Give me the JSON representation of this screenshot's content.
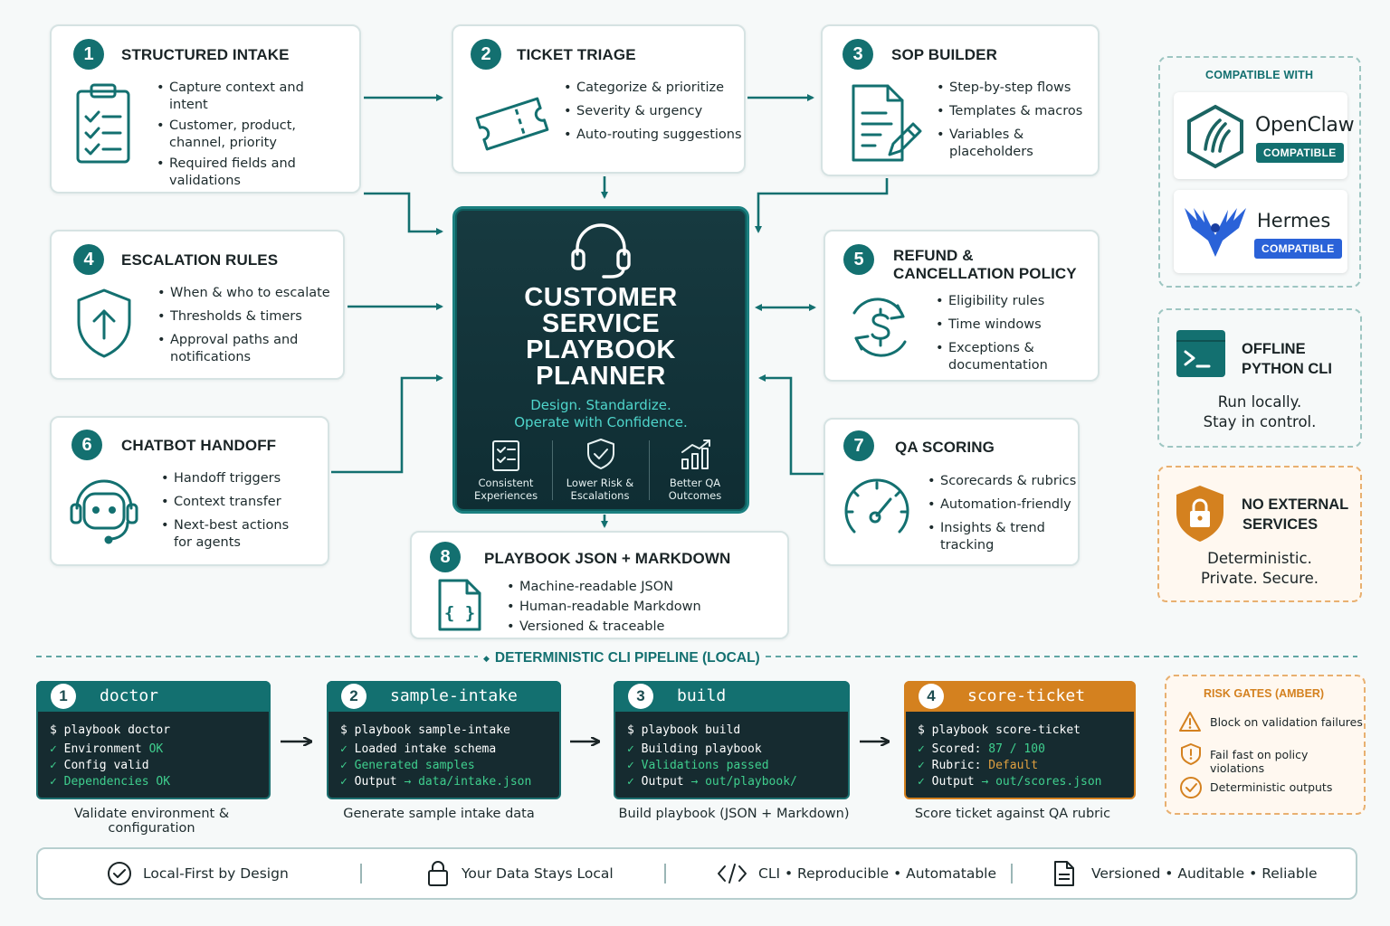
{
  "cards": {
    "c1": {
      "num": "1",
      "title": "STRUCTURED INTAKE",
      "bullets": [
        "Capture context and intent",
        "Customer, product, channel, priority",
        "Required fields and validations"
      ]
    },
    "c2": {
      "num": "2",
      "title": "TICKET TRIAGE",
      "bullets": [
        "Categorize & prioritize",
        "Severity & urgency",
        "Auto-routing suggestions"
      ]
    },
    "c3": {
      "num": "3",
      "title": "SOP BUILDER",
      "bullets": [
        "Step-by-step flows",
        "Templates & macros",
        "Variables & placeholders"
      ]
    },
    "c4": {
      "num": "4",
      "title": "ESCALATION RULES",
      "bullets": [
        "When & who to escalate",
        "Thresholds & timers",
        "Approval paths and notifications"
      ]
    },
    "c5": {
      "num": "5",
      "title": "REFUND & CANCELLATION POLICY",
      "bullets": [
        "Eligibility rules",
        "Time windows",
        "Exceptions & documentation"
      ]
    },
    "c6": {
      "num": "6",
      "title": "CHATBOT HANDOFF",
      "bullets": [
        "Handoff triggers",
        "Context transfer",
        "Next-best actions for agents"
      ]
    },
    "c7": {
      "num": "7",
      "title": "QA SCORING",
      "bullets": [
        "Scorecards & rubrics",
        "Automation-friendly",
        "Insights & trend tracking"
      ]
    },
    "c8": {
      "num": "8",
      "title": "PLAYBOOK JSON + MARKDOWN",
      "bullets": [
        "Machine-readable JSON",
        "Human-readable Markdown",
        "Versioned & traceable"
      ]
    }
  },
  "center": {
    "title_lines": [
      "CUSTOMER",
      "SERVICE",
      "PLAYBOOK",
      "PLANNER"
    ],
    "subtitle_1": "Design. Standardize.",
    "subtitle_2": "Operate with Confidence.",
    "features": [
      {
        "l1": "Consistent",
        "l2": "Experiences"
      },
      {
        "l1": "Lower Risk &",
        "l2": "Escalations"
      },
      {
        "l1": "Better QA",
        "l2": "Outcomes"
      }
    ]
  },
  "compat": {
    "heading": "COMPATIBLE WITH",
    "items": [
      {
        "name": "OpenClaw",
        "badge": "COMPATIBLE"
      },
      {
        "name": "Hermes",
        "badge": "COMPATIBLE"
      }
    ]
  },
  "offline": {
    "title_1": "OFFLINE",
    "title_2": "PYTHON CLI",
    "line_1": "Run locally.",
    "line_2": "Stay in control."
  },
  "noext": {
    "title_1": "NO EXTERNAL",
    "title_2": "SERVICES",
    "line_1": "Deterministic.",
    "line_2": "Private. Secure."
  },
  "pipeline": {
    "heading": "DETERMINISTIC CLI PIPELINE (LOCAL)",
    "steps": [
      {
        "num": "1",
        "name": "doctor",
        "cmd": "$ playbook doctor",
        "lines": [
          {
            "a": "Environment",
            "b": "OK"
          },
          {
            "a": "Config",
            "b": "valid"
          },
          {
            "a": "Dependencies",
            "b": "OK"
          }
        ],
        "caption": "Validate environment & configuration"
      },
      {
        "num": "2",
        "name": "sample-intake",
        "cmd": "$ playbook sample-intake",
        "lines": [
          {
            "a": "Loaded intake schema",
            "b": ""
          },
          {
            "a": "Generated samples",
            "b": ""
          },
          {
            "a": "Output",
            "b": "data/intake.json"
          }
        ],
        "caption": "Generate sample intake data"
      },
      {
        "num": "3",
        "name": "build",
        "cmd": "$ playbook build",
        "lines": [
          {
            "a": "Building playbook",
            "b": ""
          },
          {
            "a": "Validations passed",
            "b": ""
          },
          {
            "a": "Output",
            "b": "out/playbook/"
          }
        ],
        "caption": "Build playbook (JSON + Markdown)"
      },
      {
        "num": "4",
        "name": "score-ticket",
        "cmd": "$ playbook score-ticket",
        "lines": [
          {
            "a": "Scored:",
            "b": "87 / 100"
          },
          {
            "a": "Rubric:",
            "b": "Default"
          },
          {
            "a": "Output",
            "b": "out/scores.json"
          }
        ],
        "caption": "Score ticket against QA rubric"
      }
    ]
  },
  "risk": {
    "heading": "RISK GATES (AMBER)",
    "items": [
      "Block on validation failures",
      "Fail fast on policy violations",
      "Deterministic outputs"
    ]
  },
  "footer": {
    "items": [
      "Local-First by Design",
      "Your Data Stays Local",
      "CLI • Reproducible • Automatable",
      "Versioned • Auditable • Reliable"
    ]
  },
  "colors": {
    "teal": "#137070",
    "dark": "#0f2d33",
    "amber": "#d4811f",
    "blue": "#2a62d8"
  }
}
